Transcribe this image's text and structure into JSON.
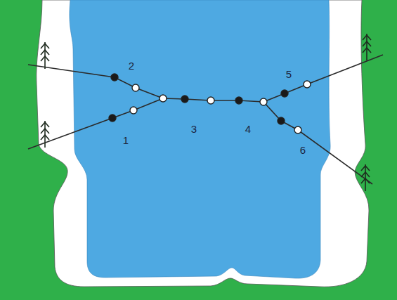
{
  "diagram": {
    "labels": [
      "2",
      "5",
      "3",
      "4",
      "1",
      "6"
    ]
  }
}
